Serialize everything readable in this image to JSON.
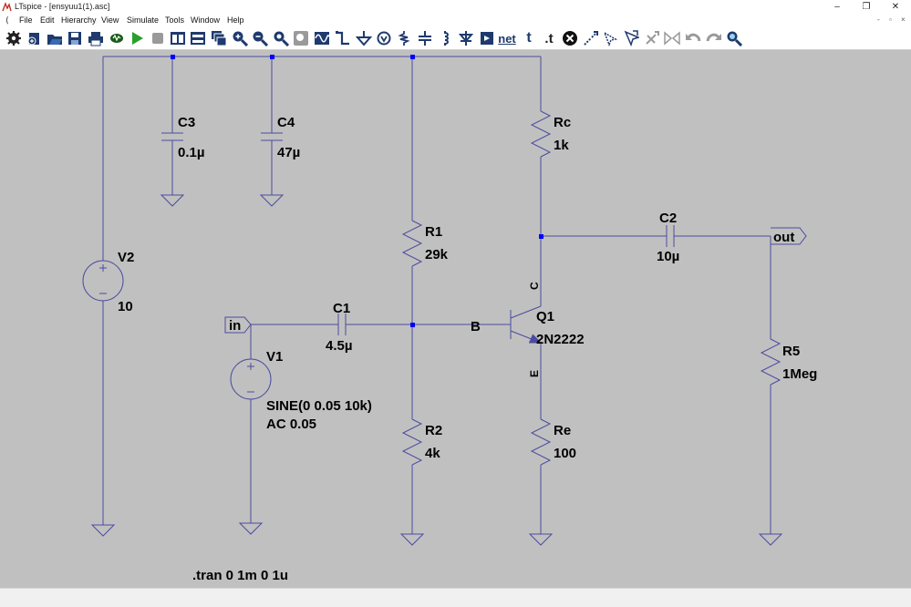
{
  "window": {
    "title": "LTspice - [ensyuu1(1).asc]",
    "controls": {
      "minimize": "–",
      "maximize": "❐",
      "close": "✕"
    }
  },
  "menu": {
    "back": "⟨",
    "items": [
      "File",
      "Edit",
      "Hierarchy",
      "View",
      "Simulate",
      "Tools",
      "Window",
      "Help"
    ],
    "mdi_controls": [
      "-",
      "▫",
      "×"
    ]
  },
  "toolbar": {
    "icons": [
      "gear-icon",
      "new-schematic-icon",
      "open-icon",
      "save-icon",
      "print-icon",
      "control-panel-icon",
      "run-icon",
      "halt-icon",
      "tile-vertical-icon",
      "tile-horizontal-icon",
      "cascade-icon",
      "zoom-in-icon",
      "zoom-out-icon",
      "zoom-fit-icon",
      "zoom-full-icon",
      "waveform-icon",
      "wire-icon",
      "ground-icon",
      "voltage-source-icon",
      "resistor-icon",
      "capacitor-icon",
      "inductor-icon",
      "diode-icon",
      "component-icon",
      "net-label-icon",
      "text-icon",
      "spice-directive-icon",
      "delete-icon",
      "copy-icon",
      "move-icon",
      "drag-icon",
      "rotate-icon",
      "mirror-icon",
      "undo-icon",
      "redo-icon",
      "find-icon"
    ],
    "text_buttons": {
      "net": "net",
      "text": "t",
      "spice": ".t"
    }
  },
  "schematic": {
    "wire_color": "#4b4ba0",
    "junction_color": "#0000ff",
    "components": {
      "C3": {
        "name": "C3",
        "value": "0.1µ"
      },
      "C4": {
        "name": "C4",
        "value": "47µ"
      },
      "Rc": {
        "name": "Rc",
        "value": "1k"
      },
      "R1": {
        "name": "R1",
        "value": "29k"
      },
      "C2": {
        "name": "C2",
        "value": "10µ"
      },
      "V2": {
        "name": "V2",
        "value": "10"
      },
      "C1": {
        "name": "C1",
        "value": "4.5µ"
      },
      "Q1": {
        "name": "Q1",
        "value": "2N2222",
        "pin_c": "C",
        "pin_b": "B",
        "pin_e": "E"
      },
      "V1": {
        "name": "V1",
        "value": "SINE(0 0.05 10k)",
        "value2": "AC 0.05"
      },
      "R2": {
        "name": "R2",
        "value": "4k"
      },
      "Re": {
        "name": "Re",
        "value": "100"
      },
      "R5": {
        "name": "R5",
        "value": "1Meg"
      }
    },
    "ports": {
      "in": "in",
      "out": "out"
    },
    "directive": ".tran 0 1m 0 1u"
  }
}
